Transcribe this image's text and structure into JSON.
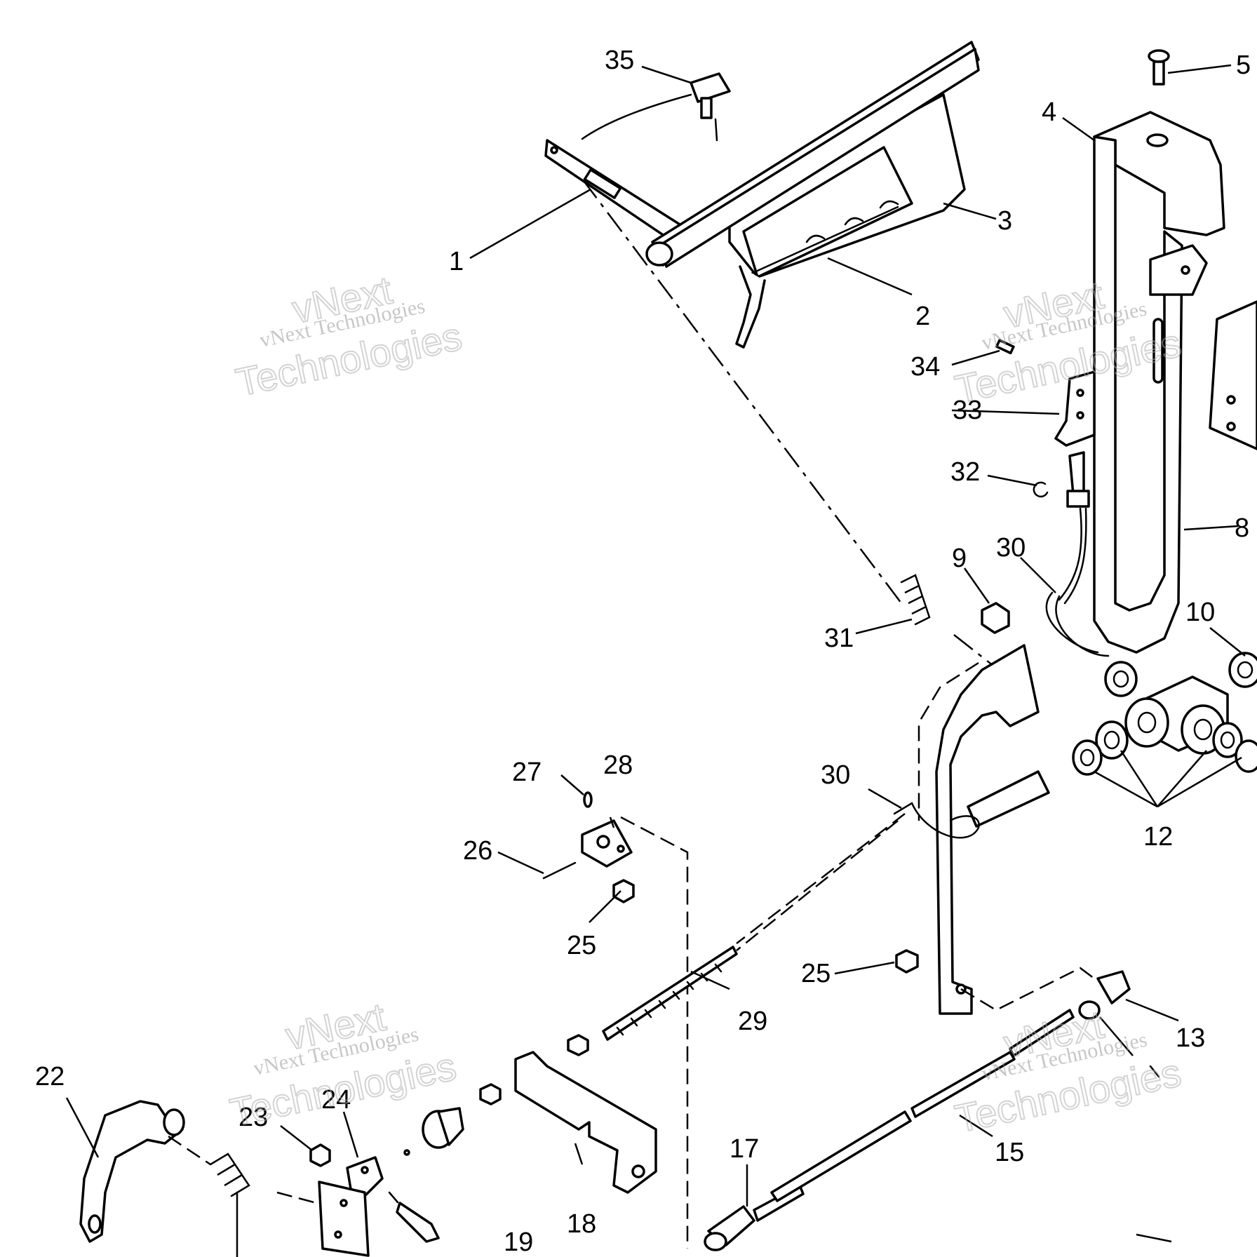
{
  "diagram": {
    "callouts": [
      "35",
      "5",
      "4",
      "1",
      "3",
      "2",
      "34",
      "33",
      "32",
      "8",
      "9",
      "30",
      "31",
      "10",
      "12",
      "30b",
      "28",
      "27",
      "26",
      "25",
      "25b",
      "13",
      "29",
      "22",
      "23",
      "24",
      "15",
      "17",
      "18",
      "19"
    ],
    "labels": {
      "c35": "35",
      "c5": "5",
      "c4": "4",
      "c1": "1",
      "c3": "3",
      "c2": "2",
      "c34": "34",
      "c33": "33",
      "c32": "32",
      "c8": "8",
      "c9": "9",
      "c30": "30",
      "c31": "31",
      "c10": "10",
      "c12": "12",
      "c30b": "30",
      "c28": "28",
      "c27": "27",
      "c26": "26",
      "c25": "25",
      "c25b": "25",
      "c13": "13",
      "c29": "29",
      "c22": "22",
      "c23": "23",
      "c24": "24",
      "c15": "15",
      "c17": "17",
      "c18": "18",
      "c19": "19"
    }
  },
  "watermark": {
    "line_small": "vNext Technologies",
    "line_big_1": "vNext",
    "line_big_2": "Technologies"
  }
}
